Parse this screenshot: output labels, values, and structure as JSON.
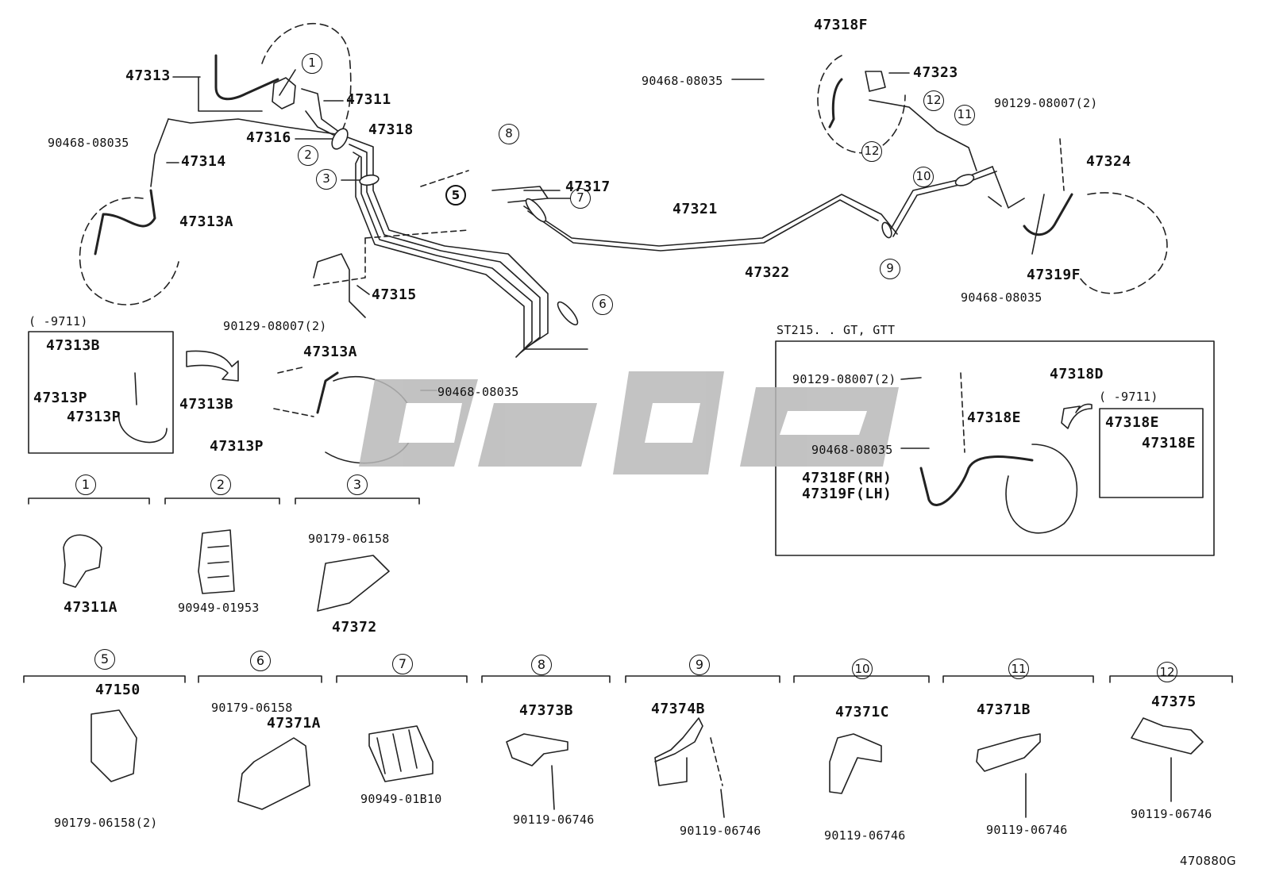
{
  "diagram_id": "470880G",
  "inset_right_title": "ST215. . GT, GTT",
  "range_left": "(      -9711)",
  "range_right": "(      -9711)",
  "watermark": "logo",
  "callouts": {
    "c1": "1",
    "c2": "2",
    "c3": "3",
    "c5": "5",
    "c6": "6",
    "c7": "7",
    "c8": "8",
    "c9": "9",
    "c10": "10",
    "c11a": "11",
    "c12a": "12",
    "c12b": "12"
  },
  "labels": {
    "p47313": "47313",
    "p47311": "47311",
    "p90468_top_left": "90468-08035",
    "p47314": "47314",
    "p47316": "47316",
    "p47318": "47318",
    "p47313A_top": "47313A",
    "p47317": "47317",
    "p47315": "47315",
    "p47321": "47321",
    "p47322": "47322",
    "p90468_top_mid": "90468-08035",
    "p47318F_top": "47318F",
    "p47323": "47323",
    "p90129_top_right": "90129-08007(2)",
    "p47324": "47324",
    "p47319F_top": "47319F",
    "p90468_right": "90468-08035",
    "p47313B_inset": "47313B",
    "p47313P_inset1": "47313P",
    "p47313P_inset2": "47313P",
    "p90129_mid": "90129-08007(2)",
    "p47313A_mid": "47313A",
    "p47313B_mid": "47313B",
    "p90468_mid": "90468-08035",
    "p47313P_mid": "47313P",
    "p90129_rbox": "90129-08007(2)",
    "p47318D": "47318D",
    "p47318E_rbox": "47318E",
    "p90468_rbox": "90468-08035",
    "p47318F_RH": "47318F(RH)",
    "p47319F_LH": "47319F(LH)",
    "p47318E_sub1": "47318E",
    "p47318E_sub2": "47318E"
  },
  "details": [
    {
      "num": "1",
      "parts": [
        "47311A"
      ]
    },
    {
      "num": "2",
      "parts": [
        "90949-01953"
      ]
    },
    {
      "num": "3",
      "parts": [
        "90179-06158",
        "47372"
      ]
    },
    {
      "num": "5",
      "parts": [
        "47150",
        "90179-06158(2)"
      ]
    },
    {
      "num": "6",
      "parts": [
        "90179-06158",
        "47371A"
      ]
    },
    {
      "num": "7",
      "parts": [
        "90949-01B10"
      ]
    },
    {
      "num": "8",
      "parts": [
        "47373B",
        "90119-06746"
      ]
    },
    {
      "num": "9",
      "parts": [
        "47374B",
        "90119-06746"
      ]
    },
    {
      "num": "10",
      "parts": [
        "47371C",
        "90119-06746"
      ]
    },
    {
      "num": "11",
      "parts": [
        "47371B",
        "90119-06746"
      ]
    },
    {
      "num": "12",
      "parts": [
        "47375",
        "90119-06746"
      ]
    }
  ]
}
